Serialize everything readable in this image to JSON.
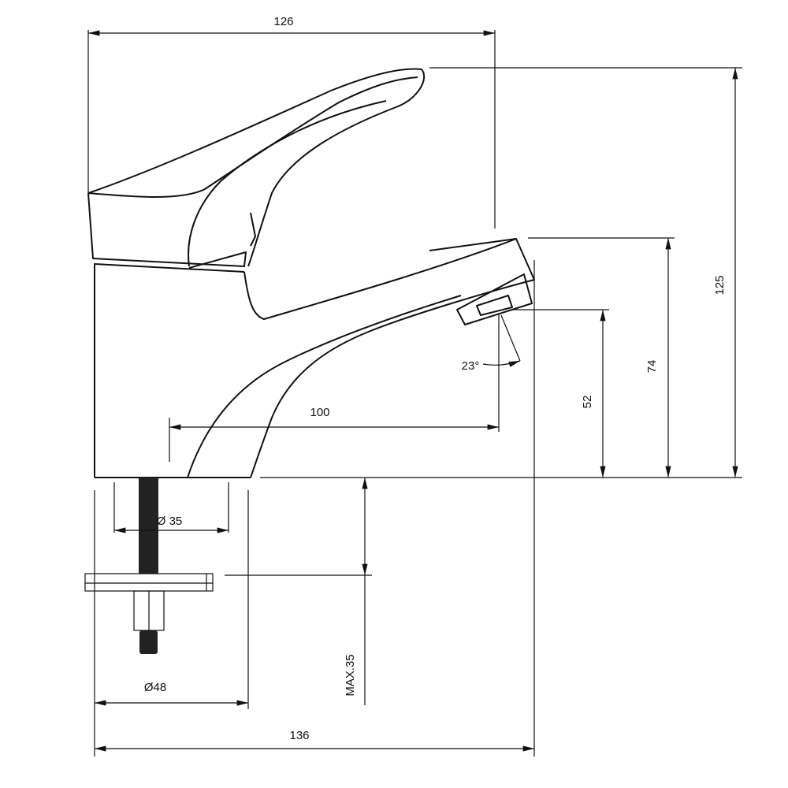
{
  "title": "Single-lever basin faucet dimension drawing",
  "dimensions": {
    "overall_width": "126",
    "overall_height": "125",
    "spout_top_height": "74",
    "outlet_height": "52",
    "spout_reach": "100",
    "outlet_angle": "23°",
    "base_diameter_inner": "Ø 35",
    "base_diameter": "Ø48",
    "total_depth": "136",
    "max_counter_thickness": "MAX.35"
  }
}
